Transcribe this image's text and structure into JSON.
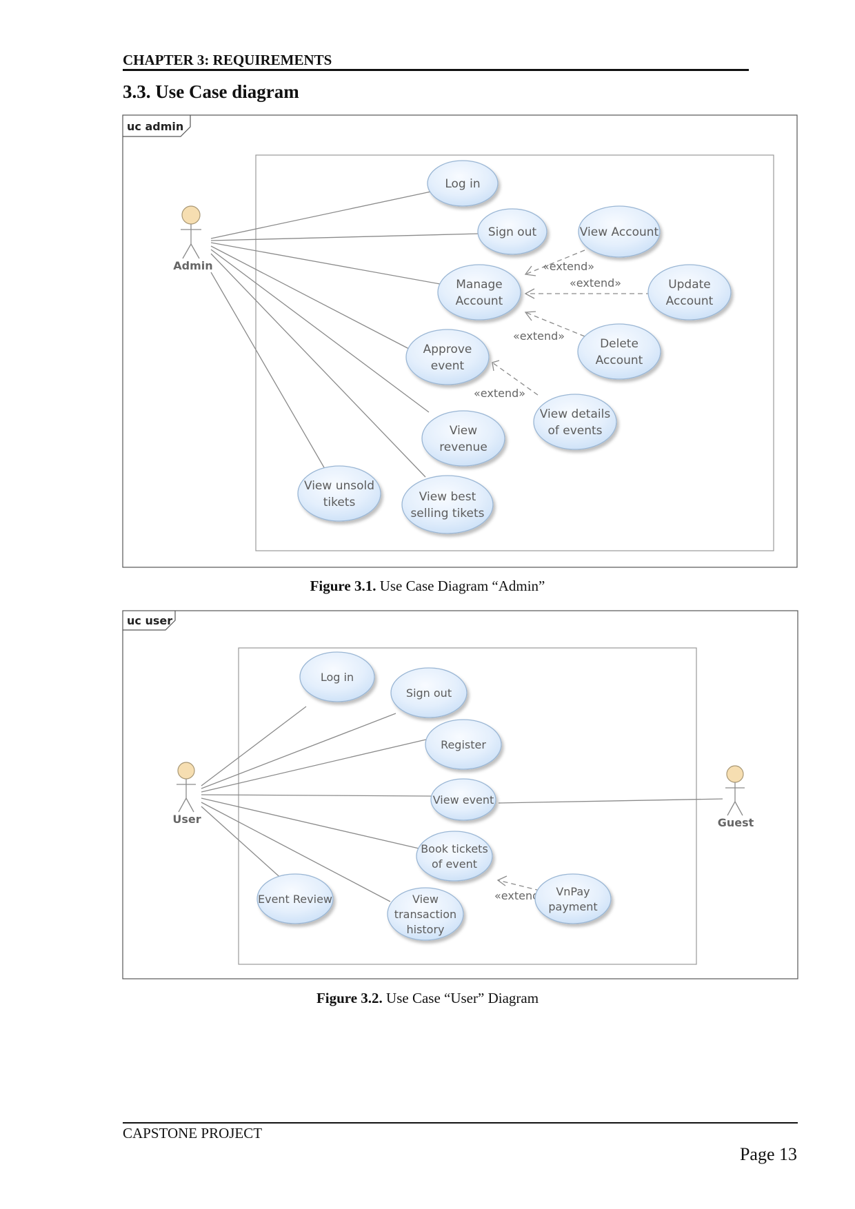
{
  "header": {
    "chapter": "CHAPTER 3: REQUIREMENTS",
    "section": "3.3. Use Case diagram"
  },
  "figure1": {
    "frame_label": "uc admin",
    "actor": "Admin",
    "use_cases": {
      "log_in": [
        "Log in"
      ],
      "sign_out": [
        "Sign out"
      ],
      "view_account": [
        "View Account"
      ],
      "manage_account": [
        "Manage",
        "Account"
      ],
      "update_account": [
        "Update",
        "Account"
      ],
      "delete_account": [
        "Delete",
        "Account"
      ],
      "approve_event": [
        "Approve",
        "event"
      ],
      "view_details": [
        "View details",
        "of events"
      ],
      "view_revenue": [
        "View",
        "revenue"
      ],
      "view_unsold": [
        "View unsold",
        "tikets"
      ],
      "view_best": [
        "View best",
        "selling tikets"
      ]
    },
    "extend_label": "«extend»",
    "caption_prefix": "Figure 3.1.",
    "caption_text": " Use Case Diagram “Admin”"
  },
  "figure2": {
    "frame_label": "uc user",
    "actor_user": "User",
    "actor_guest": "Guest",
    "use_cases": {
      "log_in": [
        "Log in"
      ],
      "sign_out": [
        "Sign out"
      ],
      "register": [
        "Register"
      ],
      "view_event": [
        "View event"
      ],
      "book_tickets": [
        "Book tickets",
        "of event"
      ],
      "vnpay": [
        "VnPay",
        "payment"
      ],
      "event_review": [
        "Event Review"
      ],
      "view_history": [
        "View",
        "transaction",
        "history"
      ]
    },
    "extend_label": "«extend»",
    "caption_prefix": "Figure 3.2.",
    "caption_text": " Use Case “User” Diagram"
  },
  "footer": {
    "project": "CAPSTONE PROJECT",
    "page": "Page 13"
  },
  "colors": {
    "usecase_fill_top": "#f7fbff",
    "usecase_fill_bottom": "#c9e0f7",
    "usecase_stroke": "#9ab6d4",
    "actor_head": "#f6deb1",
    "line": "#8a8a8a"
  }
}
